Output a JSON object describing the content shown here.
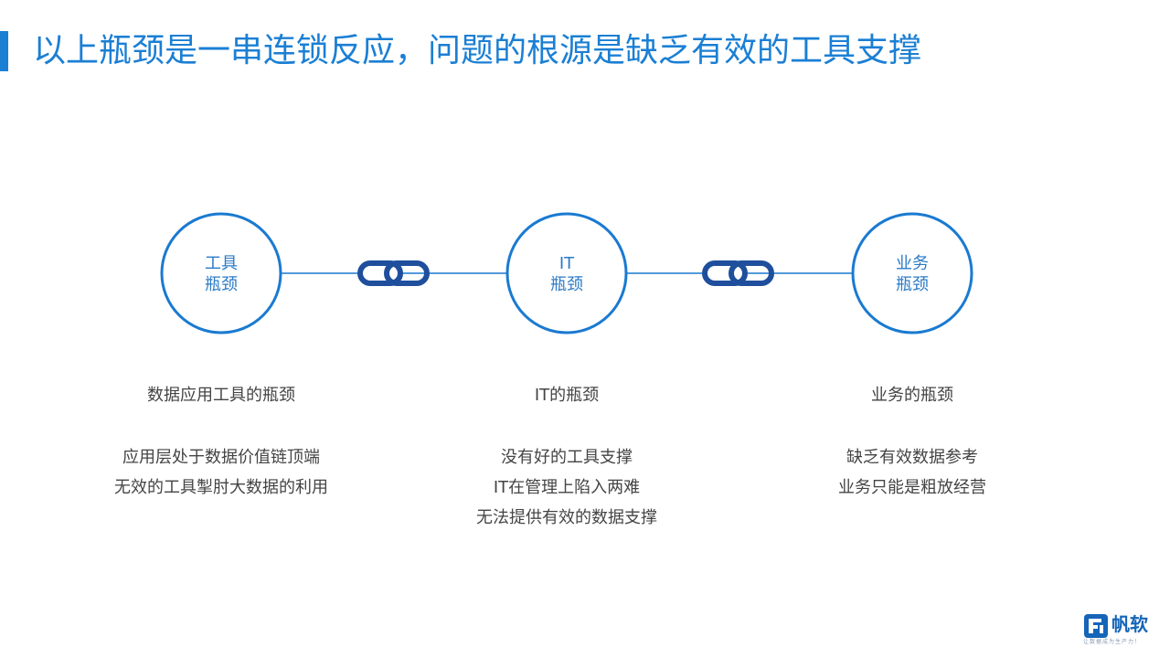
{
  "title": "以上瓶颈是一串连锁反应，问题的根源是缺乏有效的工具支撑",
  "colors": {
    "accent": "#1b7fd4",
    "circle_stroke": "#1a7ad1",
    "chain": "#1f4f9c",
    "text": "#444444"
  },
  "nodes": [
    {
      "label_line1": "工具",
      "label_line2": "瓶颈"
    },
    {
      "label_line1": "IT",
      "label_line2": "瓶颈"
    },
    {
      "label_line1": "业务",
      "label_line2": "瓶颈"
    }
  ],
  "columns": [
    {
      "heading": "数据应用工具的瓶颈",
      "lines": [
        "应用层处于数据价值链顶端",
        "无效的工具掣肘大数据的利用"
      ]
    },
    {
      "heading": "IT的瓶颈",
      "lines": [
        "没有好的工具支撑",
        "IT在管理上陷入两难",
        "无法提供有效的数据支撑"
      ]
    },
    {
      "heading": "业务的瓶颈",
      "lines": [
        "缺乏有效数据参考",
        "业务只能是粗放经营"
      ]
    }
  ],
  "icons": [
    "chain-link-icon",
    "chain-link-icon",
    "fanruan-logo-icon"
  ],
  "logo": {
    "name": "帆软",
    "slogan": "让数据成为生产力！"
  }
}
